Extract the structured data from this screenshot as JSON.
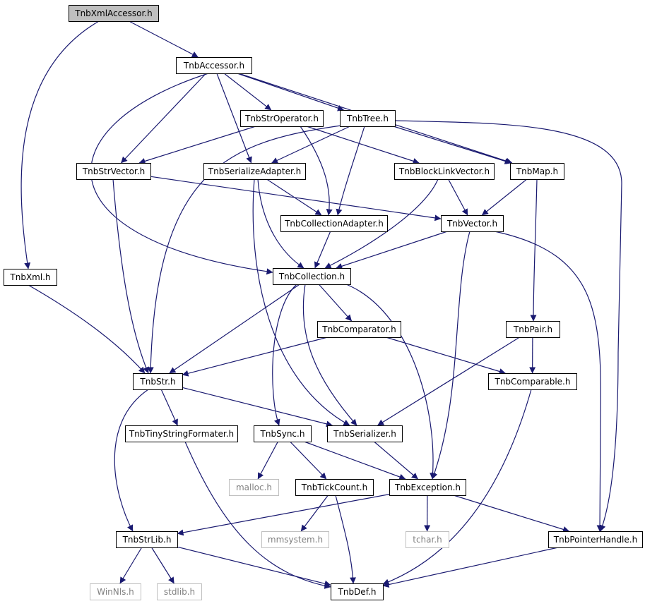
{
  "colors": {
    "edge": "#191970",
    "root_fill": "#bfbfbf",
    "node_border": "#000000",
    "external_border": "#bfbfbf",
    "external_text": "#808080",
    "text": "#000000"
  },
  "nodes": {
    "xmlaccessor": {
      "label": "TnbXmlAccessor.h",
      "kind": "root"
    },
    "accessor": {
      "label": "TnbAccessor.h",
      "kind": "normal"
    },
    "xml": {
      "label": "TnbXml.h",
      "kind": "normal"
    },
    "stroperator": {
      "label": "TnbStrOperator.h",
      "kind": "normal"
    },
    "tree": {
      "label": "TnbTree.h",
      "kind": "normal"
    },
    "strvector": {
      "label": "TnbStrVector.h",
      "kind": "normal"
    },
    "serializeadapter": {
      "label": "TnbSerializeAdapter.h",
      "kind": "normal"
    },
    "blocklinkvector": {
      "label": "TnbBlockLinkVector.h",
      "kind": "normal"
    },
    "map": {
      "label": "TnbMap.h",
      "kind": "normal"
    },
    "collectionadapter": {
      "label": "TnbCollectionAdapter.h",
      "kind": "normal"
    },
    "vector": {
      "label": "TnbVector.h",
      "kind": "normal"
    },
    "collection": {
      "label": "TnbCollection.h",
      "kind": "normal"
    },
    "comparator": {
      "label": "TnbComparator.h",
      "kind": "normal"
    },
    "pair": {
      "label": "TnbPair.h",
      "kind": "normal"
    },
    "str": {
      "label": "TnbStr.h",
      "kind": "normal"
    },
    "comparable": {
      "label": "TnbComparable.h",
      "kind": "normal"
    },
    "tinystringformater": {
      "label": "TnbTinyStringFormater.h",
      "kind": "normal"
    },
    "sync": {
      "label": "TnbSync.h",
      "kind": "normal"
    },
    "serializer": {
      "label": "TnbSerializer.h",
      "kind": "normal"
    },
    "malloc": {
      "label": "malloc.h",
      "kind": "external"
    },
    "tickcount": {
      "label": "TnbTickCount.h",
      "kind": "normal"
    },
    "exception": {
      "label": "TnbException.h",
      "kind": "normal"
    },
    "strlib": {
      "label": "TnbStrLib.h",
      "kind": "normal"
    },
    "mmsystem": {
      "label": "mmsystem.h",
      "kind": "external"
    },
    "tchar": {
      "label": "tchar.h",
      "kind": "external"
    },
    "pointerhandle": {
      "label": "TnbPointerHandle.h",
      "kind": "normal"
    },
    "winnls": {
      "label": "WinNls.h",
      "kind": "external"
    },
    "stdlib": {
      "label": "stdlib.h",
      "kind": "external"
    },
    "def": {
      "label": "TnbDef.h",
      "kind": "normal"
    }
  },
  "edges": [
    [
      "xmlaccessor",
      "accessor"
    ],
    [
      "xmlaccessor",
      "xml"
    ],
    [
      "accessor",
      "stroperator"
    ],
    [
      "accessor",
      "tree"
    ],
    [
      "accessor",
      "strvector"
    ],
    [
      "accessor",
      "serializeadapter"
    ],
    [
      "accessor",
      "map"
    ],
    [
      "accessor",
      "collection"
    ],
    [
      "xml",
      "str"
    ],
    [
      "stroperator",
      "strvector"
    ],
    [
      "stroperator",
      "collectionadapter"
    ],
    [
      "stroperator",
      "blocklinkvector"
    ],
    [
      "tree",
      "serializeadapter"
    ],
    [
      "tree",
      "map"
    ],
    [
      "tree",
      "collectionadapter"
    ],
    [
      "tree",
      "str"
    ],
    [
      "tree",
      "pointerhandle"
    ],
    [
      "strvector",
      "vector"
    ],
    [
      "strvector",
      "str"
    ],
    [
      "serializeadapter",
      "collectionadapter"
    ],
    [
      "serializeadapter",
      "collection"
    ],
    [
      "serializeadapter",
      "serializer"
    ],
    [
      "blocklinkvector",
      "vector"
    ],
    [
      "blocklinkvector",
      "collection"
    ],
    [
      "map",
      "vector"
    ],
    [
      "map",
      "pair"
    ],
    [
      "collectionadapter",
      "collection"
    ],
    [
      "vector",
      "collection"
    ],
    [
      "vector",
      "exception"
    ],
    [
      "vector",
      "pointerhandle"
    ],
    [
      "collection",
      "comparator"
    ],
    [
      "collection",
      "str"
    ],
    [
      "collection",
      "sync"
    ],
    [
      "collection",
      "serializer"
    ],
    [
      "collection",
      "exception"
    ],
    [
      "comparator",
      "str"
    ],
    [
      "comparator",
      "comparable"
    ],
    [
      "pair",
      "comparable"
    ],
    [
      "pair",
      "serializer"
    ],
    [
      "str",
      "tinystringformater"
    ],
    [
      "str",
      "serializer"
    ],
    [
      "str",
      "strlib"
    ],
    [
      "comparable",
      "def"
    ],
    [
      "tinystringformater",
      "def"
    ],
    [
      "sync",
      "malloc"
    ],
    [
      "sync",
      "tickcount"
    ],
    [
      "sync",
      "exception"
    ],
    [
      "serializer",
      "exception"
    ],
    [
      "tickcount",
      "mmsystem"
    ],
    [
      "tickcount",
      "def"
    ],
    [
      "exception",
      "strlib"
    ],
    [
      "exception",
      "tchar"
    ],
    [
      "exception",
      "pointerhandle"
    ],
    [
      "strlib",
      "winnls"
    ],
    [
      "strlib",
      "stdlib"
    ],
    [
      "strlib",
      "def"
    ],
    [
      "pointerhandle",
      "def"
    ]
  ]
}
